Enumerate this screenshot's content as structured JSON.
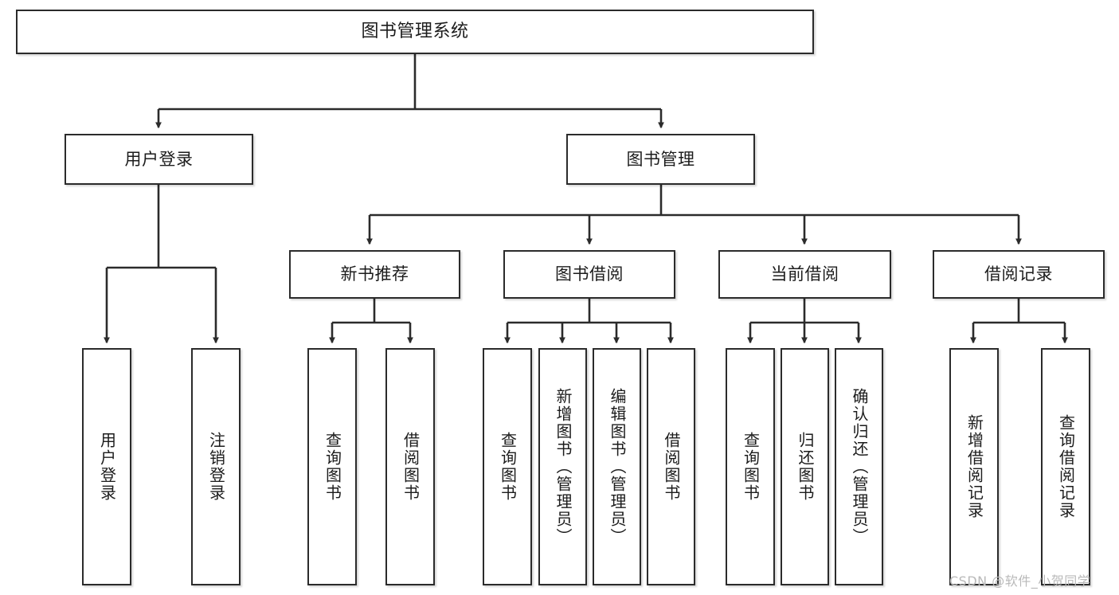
{
  "diagram": {
    "title": "图书管理系统",
    "type": "tree-hierarchy",
    "watermark": "CSDN @软件_小贺同学",
    "colors": {
      "stroke": "#2b2b2b",
      "fill": "#ffffff",
      "text": "#1c1c1c",
      "watermark": "#b9b9b9"
    },
    "nodes": {
      "root": {
        "label": "图书管理系统"
      },
      "level2": [
        {
          "id": "user-login",
          "label": "用户登录"
        },
        {
          "id": "book-manage",
          "label": "图书管理"
        }
      ],
      "level3": [
        {
          "id": "new-book-recommend",
          "label": "新书推荐"
        },
        {
          "id": "book-borrow",
          "label": "图书借阅"
        },
        {
          "id": "current-borrow",
          "label": "当前借阅"
        },
        {
          "id": "borrow-record",
          "label": "借阅记录"
        }
      ],
      "leaves": {
        "user-login": [
          {
            "id": "leaf-user-login",
            "label": "用户登录"
          },
          {
            "id": "leaf-logout",
            "label": "注销登录"
          }
        ],
        "new-book-recommend": [
          {
            "id": "leaf-query-book-1",
            "label": "查询图书"
          },
          {
            "id": "leaf-borrow-book-1",
            "label": "借阅图书"
          }
        ],
        "book-borrow": [
          {
            "id": "leaf-query-book-2",
            "label": "查询图书"
          },
          {
            "id": "leaf-add-book",
            "label": "新增图书（管理员）"
          },
          {
            "id": "leaf-edit-book",
            "label": "编辑图书（管理员）"
          },
          {
            "id": "leaf-borrow-book-2",
            "label": "借阅图书"
          }
        ],
        "current-borrow": [
          {
            "id": "leaf-query-book-3",
            "label": "查询图书"
          },
          {
            "id": "leaf-return-book",
            "label": "归还图书"
          },
          {
            "id": "leaf-confirm-return",
            "label": "确认归还（管理员）"
          }
        ],
        "borrow-record": [
          {
            "id": "leaf-add-record",
            "label": "新增借阅记录"
          },
          {
            "id": "leaf-query-record",
            "label": "查询借阅记录"
          }
        ]
      }
    }
  }
}
